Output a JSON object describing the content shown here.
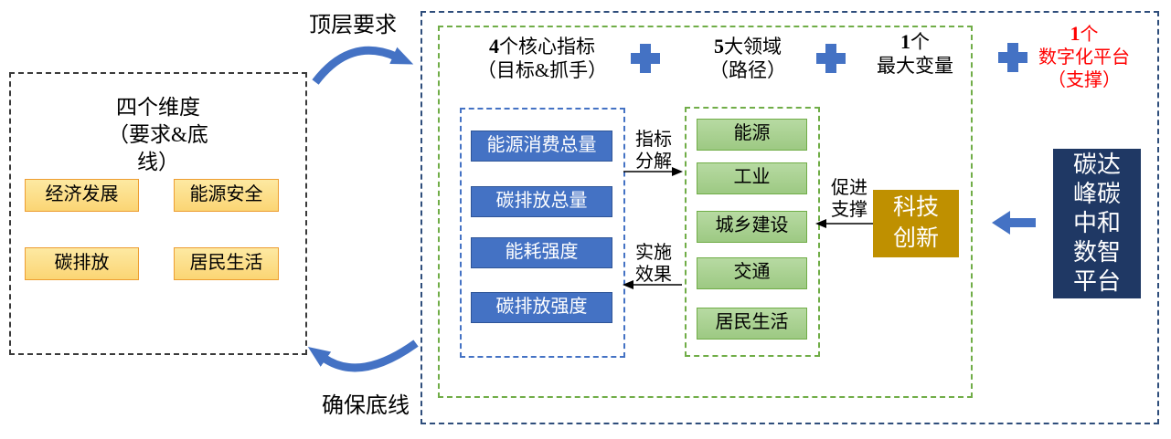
{
  "flow": {
    "top_arrow_label": "顶层要求",
    "bottom_arrow_label": "确保底线"
  },
  "left_panel": {
    "title_lines": [
      "四个维度",
      "（要求&底",
      "线）"
    ],
    "boxes": [
      "经济发展",
      "能源安全",
      "碳排放",
      "居民生活"
    ]
  },
  "header": {
    "items": [
      {
        "num": "4",
        "label": "个核心指标",
        "sub": "（目标&抓手）"
      },
      {
        "num": "5",
        "label": "大领域",
        "sub": "（路径）"
      },
      {
        "num": "1",
        "label": "个",
        "sub": "最大变量"
      },
      {
        "num": "1",
        "label": "个",
        "sub": "数字化平台",
        "sub2": "（支撑）"
      }
    ]
  },
  "indicators": {
    "boxes": [
      "能源消费总量",
      "碳排放总量",
      "能耗强度",
      "碳排放强度"
    ]
  },
  "domains": {
    "boxes": [
      "能源",
      "工业",
      "城乡建设",
      "交通",
      "居民生活"
    ]
  },
  "connectors": {
    "decompose_lines": [
      "指标",
      "分解"
    ],
    "effect_lines": [
      "实施",
      "效果"
    ],
    "promote_lines": [
      "促进",
      "支撑"
    ]
  },
  "tech_box_lines": [
    "科技",
    "创新"
  ],
  "platform_box_lines": [
    "碳达",
    "峰碳",
    "中和",
    "数智",
    "平台"
  ],
  "colors": {
    "accent_blue": "#4472C4",
    "navy_border": "#2E4D7B",
    "navy_fill": "#1F3864",
    "green_fill": "#A9D18E",
    "green_border": "#70AD47",
    "gold_fill": "#BF9000",
    "orange_fill": "#FCDE86",
    "orange_border": "#ED9D31",
    "red_text": "#FF0000"
  }
}
